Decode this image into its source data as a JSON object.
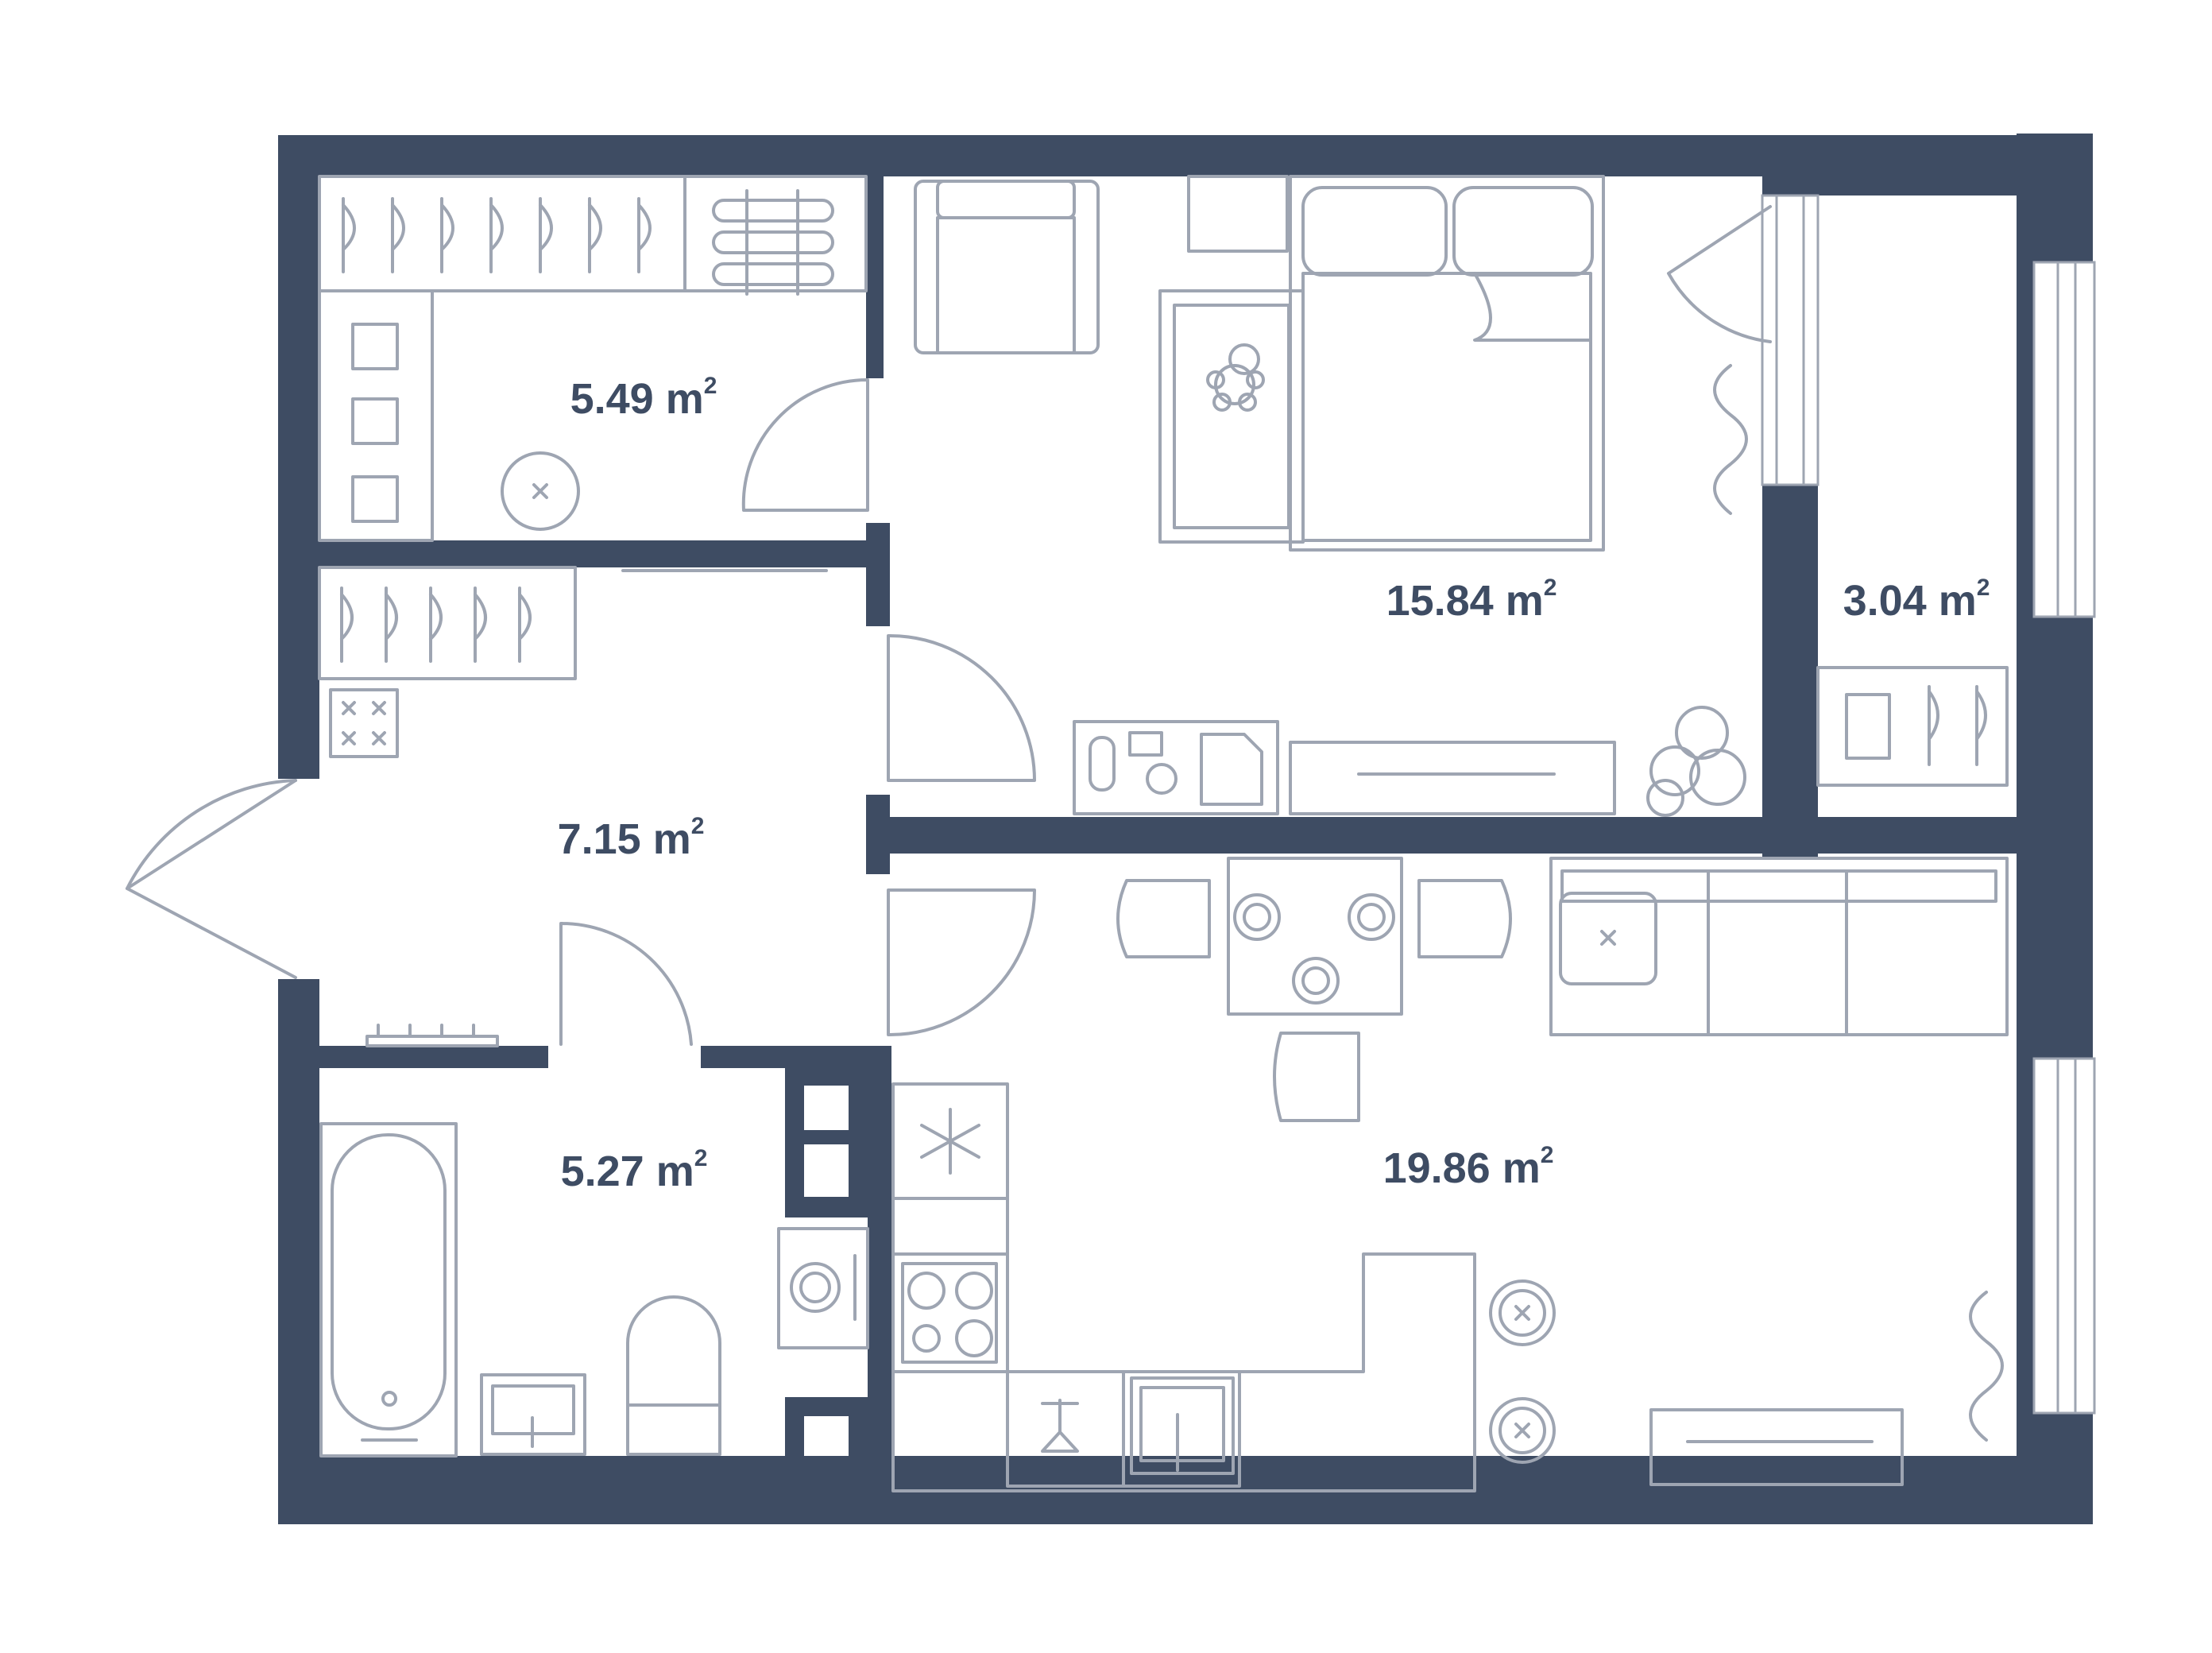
{
  "plan": {
    "unit": "m",
    "unit_superscript": "2",
    "rooms": [
      {
        "id": "wardrobe",
        "area": "5.49"
      },
      {
        "id": "bedroom",
        "area": "15.84"
      },
      {
        "id": "balcony",
        "area": "3.04"
      },
      {
        "id": "hallway",
        "area": "7.15"
      },
      {
        "id": "bathroom",
        "area": "5.27"
      },
      {
        "id": "living-kitchen",
        "area": "19.86"
      }
    ]
  },
  "colors": {
    "wall": "#3e4c63",
    "furniture": "#9ea5b2",
    "background": "#ffffff",
    "label": "#3e4c63"
  },
  "icons": [
    "hanger-icon",
    "skis-icon",
    "folded-clothes-icon",
    "vacuum-icon",
    "armchair-icon",
    "double-bed-icon",
    "baby-cot-icon",
    "teddy-bear-icon",
    "curtain-icon",
    "desk-icon",
    "tv-stand-icon",
    "plant-icon",
    "shoe-rack-icon",
    "radiator-icon",
    "bathtub-icon",
    "sink-icon",
    "toilet-icon",
    "washing-machine-icon",
    "fridge-icon",
    "stove-icon",
    "dining-table-icon",
    "chair-icon",
    "sofa-icon",
    "pillow-icon",
    "kitchen-sink-icon",
    "floor-lamp-icon"
  ]
}
